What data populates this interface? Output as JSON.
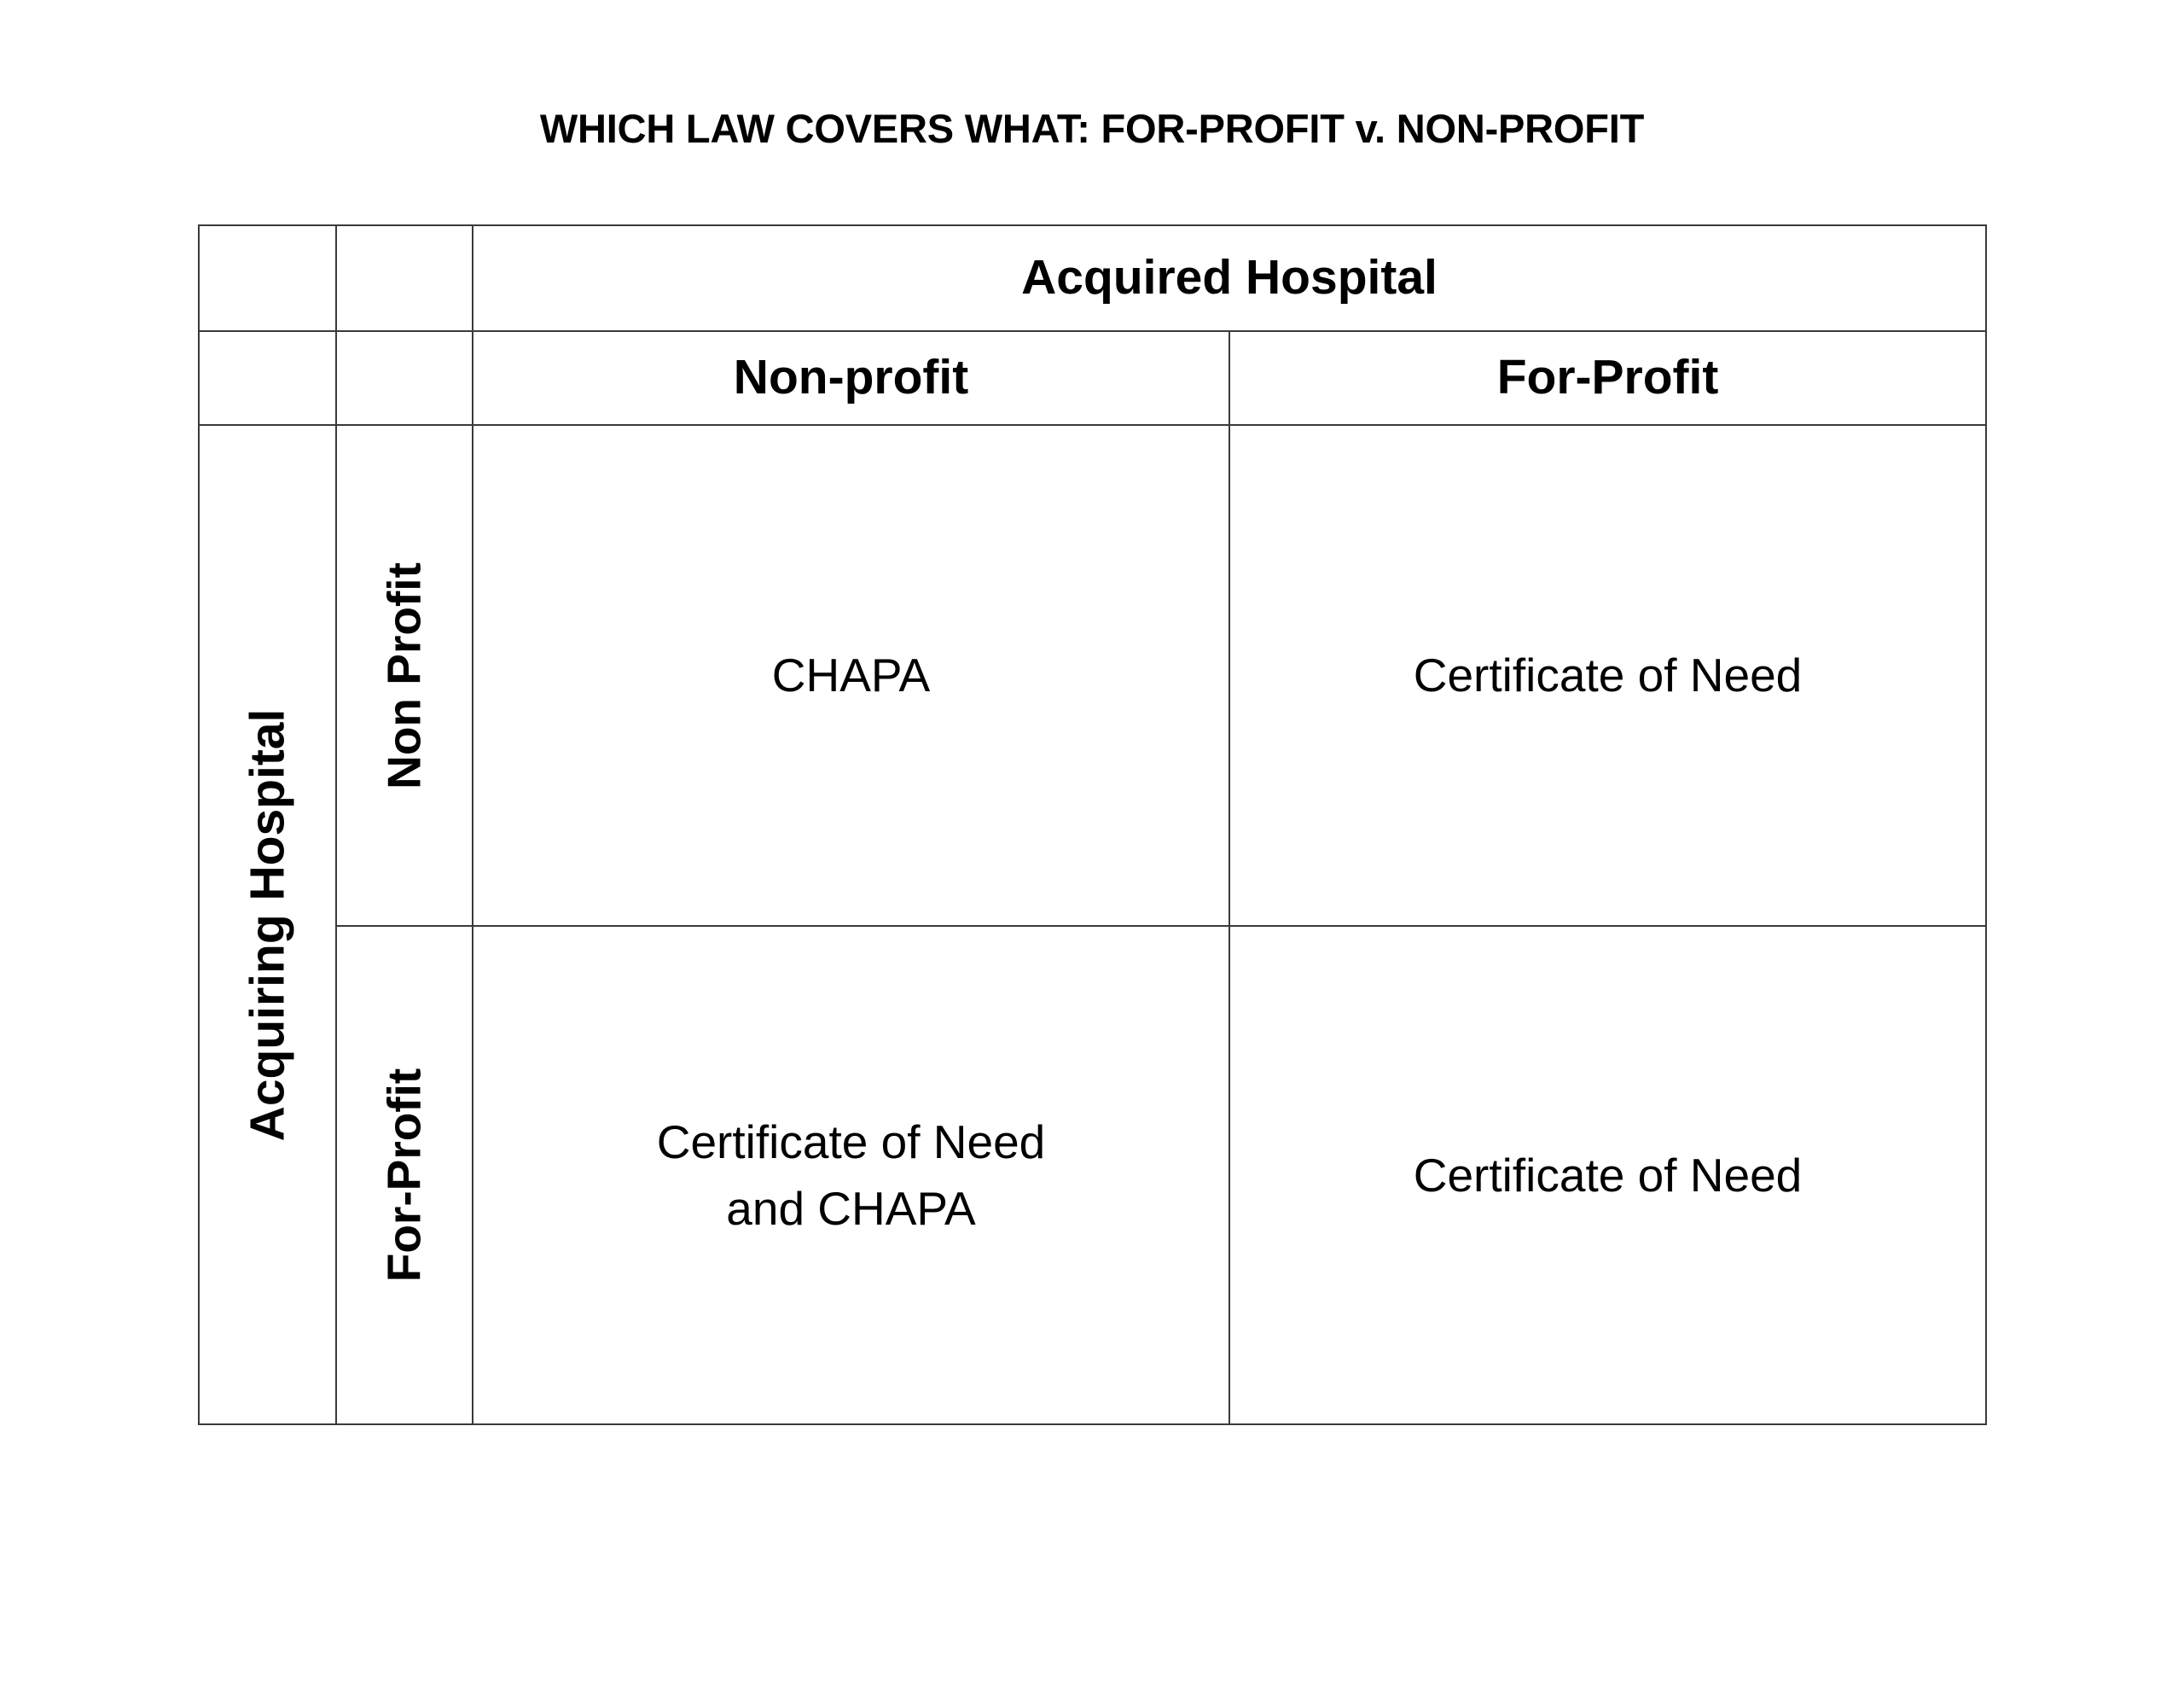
{
  "page": {
    "title": "WHICH LAW COVERS WHAT: FOR-PROFIT v. NON-PROFIT",
    "background_color": "#ffffff",
    "text_color": "#000000",
    "border_color": "#3a3a3a"
  },
  "matrix": {
    "column_axis_label": "Acquired Hospital",
    "row_axis_label": "Acquiring Hospital",
    "column_headers": [
      "Non-profit",
      "For-Profit"
    ],
    "row_headers": [
      "Non Profit",
      "For-Profit"
    ],
    "cells": [
      {
        "row": "Non Profit",
        "values": [
          {
            "lines": [
              "CHAPA"
            ]
          },
          {
            "lines": [
              "Certificate of Need"
            ]
          }
        ]
      },
      {
        "row": "For-Profit",
        "values": [
          {
            "lines": [
              "Certificate of Need",
              "and CHAPA"
            ]
          },
          {
            "lines": [
              "Certificate of Need"
            ]
          }
        ]
      }
    ],
    "cell_text": {
      "r0c0_line0": "CHAPA",
      "r0c1_line0": "Certificate of Need",
      "r1c0_line0": "Certificate of Need",
      "r1c0_line1": "and CHAPA",
      "r1c1_line0": "Certificate of Need"
    }
  }
}
